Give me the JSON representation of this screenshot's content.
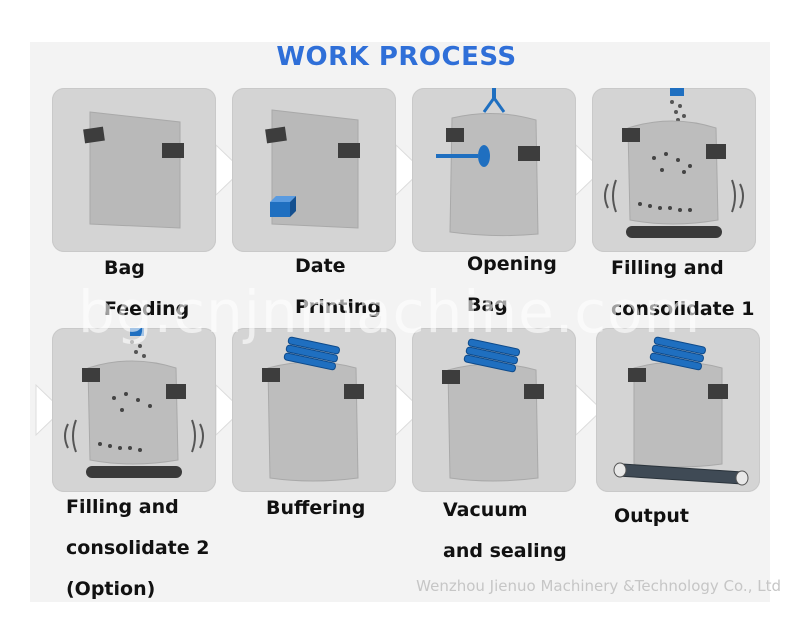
{
  "title": "WORK PROCESS",
  "steps": [
    {
      "lines": [
        "Bag",
        "Feeding"
      ],
      "icon": "bag-feeding-icon"
    },
    {
      "lines": [
        "Date",
        "Printing"
      ],
      "icon": "date-printing-icon"
    },
    {
      "lines": [
        "Opening",
        "Bag"
      ],
      "icon": "bag-opening-icon"
    },
    {
      "lines": [
        "Filling and",
        "consolidate 1"
      ],
      "icon": "filling-icon"
    },
    {
      "lines": [
        "Filling and",
        "consolidate 2",
        "(Option)"
      ],
      "icon": "filling-icon"
    },
    {
      "lines": [
        "Buffering"
      ],
      "icon": "buffering-icon"
    },
    {
      "lines": [
        "Vacuum",
        "and sealing"
      ],
      "icon": "vacuum-sealing-icon"
    },
    {
      "lines": [
        "Output"
      ],
      "icon": "output-icon"
    }
  ],
  "watermark": "bg.cnjnmachine.com",
  "company": "Wenzhou Jienuo Machinery &Technology Co., Ltd",
  "colors": {
    "title": "#2f6fd8",
    "accent": "#1f6fc0",
    "panel": "#d4d4d4"
  }
}
